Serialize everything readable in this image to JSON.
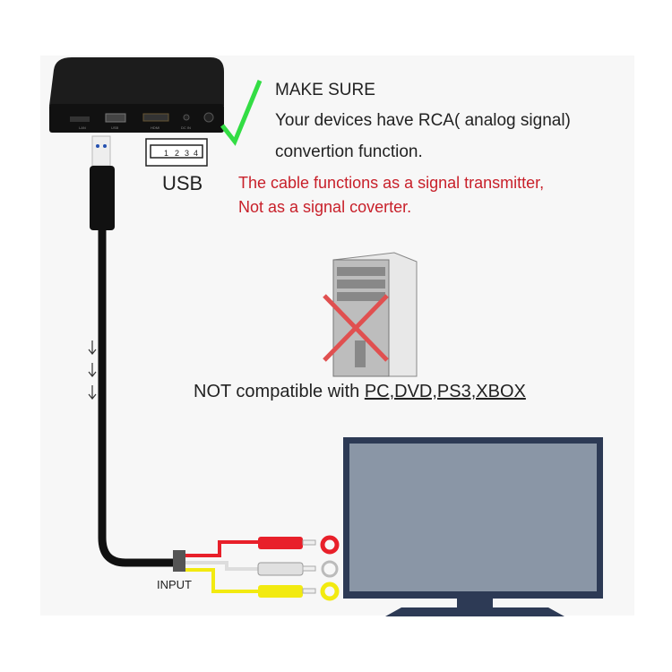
{
  "header": {
    "title": "MAKE SURE",
    "line1": "Your devices have RCA( analog signal)",
    "line2": "convertion function."
  },
  "warning": {
    "line1": "The cable functions as a signal transmitter,",
    "line2": "Not as a signal coverter."
  },
  "usb_label": "USB",
  "usb_pins": [
    "1",
    "2",
    "3",
    "4"
  ],
  "device_ports": [
    "LAN",
    "USB",
    "HDMI",
    "DC IN"
  ],
  "incompatible": {
    "prefix": "NOT compatible with ",
    "devices": "PC,DVD,PS3,XBOX"
  },
  "input_label": "INPUT",
  "colors": {
    "check": "#33dd44",
    "warning": "#c8202a",
    "cross": "#e05050",
    "rca_red": "#e8202a",
    "rca_white": "#e8e8e8",
    "rca_yellow": "#f2ea10",
    "tv_frame": "#2d3a55",
    "tv_screen": "#8a96a6"
  }
}
